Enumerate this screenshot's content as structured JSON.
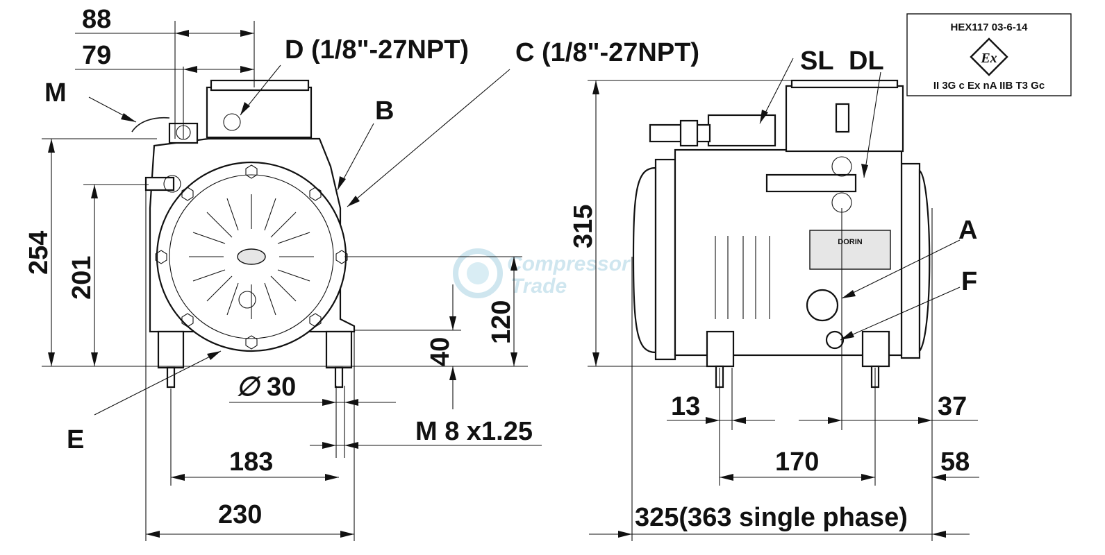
{
  "certificate": {
    "code": "HEX117 03-6-14",
    "symbol": "Ex",
    "marking": "II 3G c Ex nA IIB T3 Gc"
  },
  "watermark": {
    "line1": "Compressor",
    "line2": "Trade"
  },
  "front_view": {
    "dim_88": "88",
    "dim_79": "79",
    "dim_254": "254",
    "dim_201": "201",
    "dim_120": "120",
    "dim_40": "40",
    "dim_30": "30",
    "diameter_symbol": "∅",
    "thread": "M 8 x1.25",
    "dim_183": "183",
    "dim_230": "230",
    "label_M": "M",
    "label_D": "D (1/8\"-27NPT)",
    "label_C": "C (1/8\"-27NPT)",
    "label_B": "B",
    "label_E": "E"
  },
  "side_view": {
    "label_SL": "SL",
    "label_DL": "DL",
    "label_A": "A",
    "label_F": "F",
    "brand_plate": "DORIN",
    "dim_315": "315",
    "dim_13": "13",
    "dim_37": "37",
    "dim_170": "170",
    "dim_58": "58",
    "dim_325": "325(363 single phase)"
  }
}
